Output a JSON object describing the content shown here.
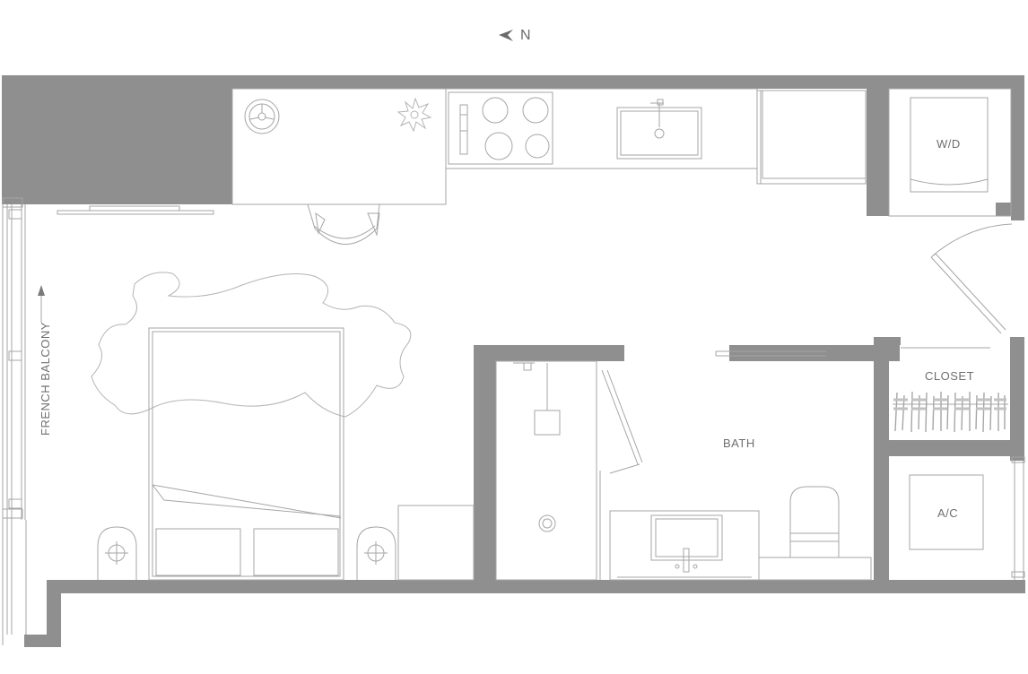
{
  "compass": {
    "letter": "N"
  },
  "rooms": {
    "washer_dryer": "W/D",
    "closet": "CLOSET",
    "bath": "BATH",
    "ac": "A/C",
    "french_balcony": "FRENCH BALCONY"
  },
  "colors": {
    "wall": "#8f8f8f",
    "line": "#a6a6a6",
    "text": "#6f6f6f",
    "background": "#ffffff"
  }
}
